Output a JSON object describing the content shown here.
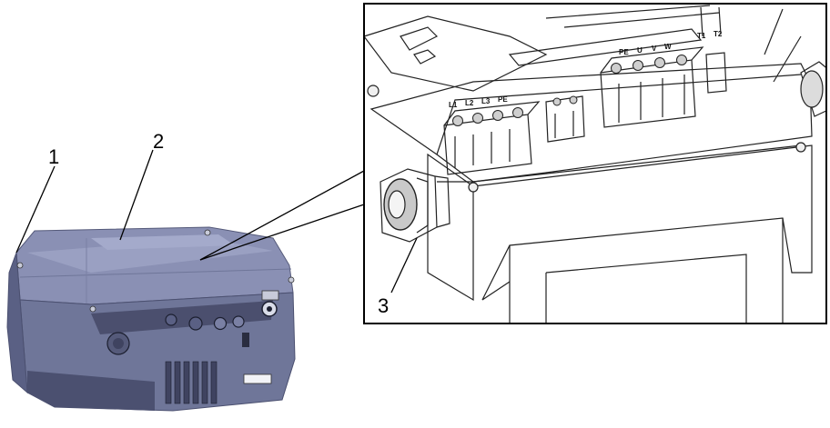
{
  "callouts": {
    "c1": "1",
    "c2": "2",
    "c3": "3"
  },
  "terminals": {
    "mains": [
      "L1",
      "L2",
      "L3",
      "PE"
    ],
    "motor": [
      "PE",
      "U",
      "V",
      "W"
    ],
    "thermal": [
      "T1",
      "T2"
    ]
  },
  "colors": {
    "housing_top": "#8a90b4",
    "housing_front": "#6f7699",
    "housing_shadow": "#4b5070",
    "line": "#000000"
  }
}
